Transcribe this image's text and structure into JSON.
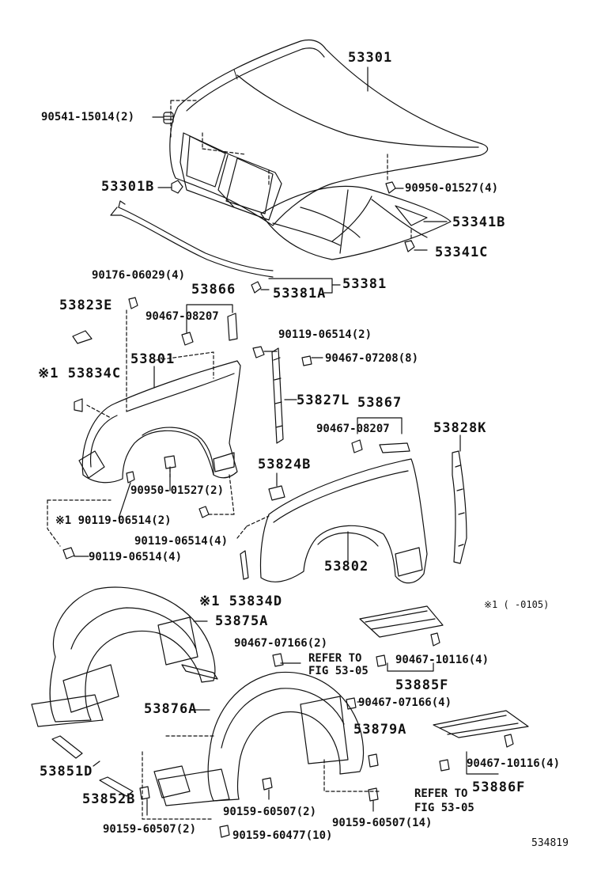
{
  "labels": {
    "l53301": "53301",
    "l90541": "90541-15014(2)",
    "l53301B": "53301B",
    "l90950a": "90950-01527(4)",
    "l53341B": "53341B",
    "l53341C": "53341C",
    "l90176": "90176-06029(4)",
    "l53823E": "53823E",
    "l53866": "53866",
    "l90467a": "90467-08207",
    "l53381A": "53381A",
    "l53381": "53381",
    "l90119a": "90119-06514(2)",
    "l90467b": "90467-07208(8)",
    "l53801": "53801",
    "l53834C": "※1 53834C",
    "l53827L": "53827L",
    "l53867": "53867",
    "l90467c": "90467-08207",
    "l53828K": "53828K",
    "l53824B": "53824B",
    "l90950b": "90950-01527(2)",
    "l90119b": "※1 90119-06514(2)",
    "l90119c": "90119-06514(4)",
    "l90119d": "90119-06514(4)",
    "l53802": "53802",
    "l53834D": "※1 53834D",
    "note1": "※1 (      -0105)",
    "l53875A": "53875A",
    "l90467d": "90467-07166(2)",
    "refer1a": "REFER TO",
    "refer1b": "FIG 53-05",
    "l90467e": "90467-10116(4)",
    "l53885F": "53885F",
    "l53876A": "53876A",
    "l90467f": "90467-07166(4)",
    "l53879A": "53879A",
    "l90467g": "90467-10116(4)",
    "l53851D": "53851D",
    "l53852B": "53852B",
    "refer2a": "REFER TO",
    "refer2b": "FIG 53-05",
    "l53886F": "53886F",
    "l90159a": "90159-60507(2)",
    "l90159b": "90159-60507(2)",
    "l90159c": "90159-60507(14)",
    "l90159d": "90159-60477(10)",
    "figure_id": "534819"
  }
}
